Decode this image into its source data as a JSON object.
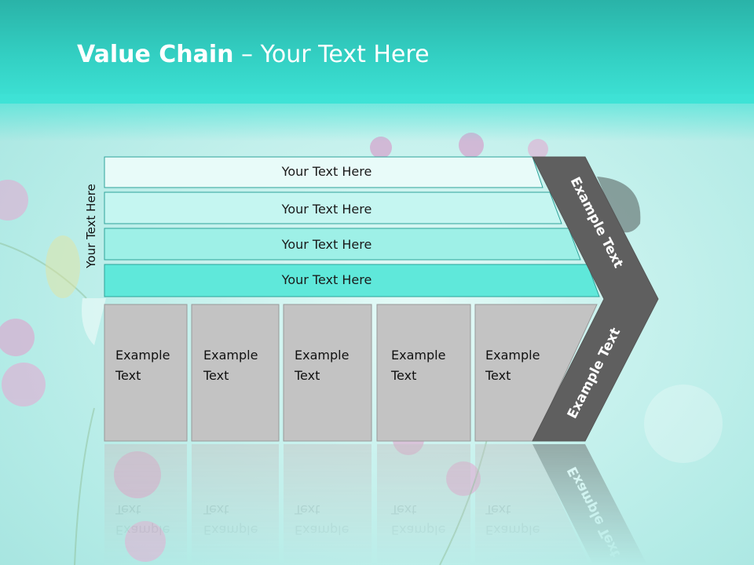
{
  "slide": {
    "title_bold": "Value Chain",
    "title_rest": " – Your Text Here"
  },
  "diagram": {
    "side_label": "Your Text Here",
    "bars": [
      {
        "label": "Your Text Here",
        "color": "#e8fbf9"
      },
      {
        "label": "Your Text Here",
        "color": "#c5f6f1"
      },
      {
        "label": "Your Text Here",
        "color": "#9ef0e7"
      },
      {
        "label": "Your Text Here",
        "color": "#5fe8da"
      }
    ],
    "boxes": [
      {
        "line1": "Example",
        "line2": "Text"
      },
      {
        "line1": "Example",
        "line2": "Text"
      },
      {
        "line1": "Example",
        "line2": "Text"
      },
      {
        "line1": "Example",
        "line2": "Text"
      },
      {
        "line1": "Example",
        "line2": "Text"
      }
    ],
    "chevron_top_label": "Example Text",
    "chevron_bottom_label": "Example Text",
    "box_color": "#c3c3c3",
    "chevron_color": "#5f5f5f"
  }
}
